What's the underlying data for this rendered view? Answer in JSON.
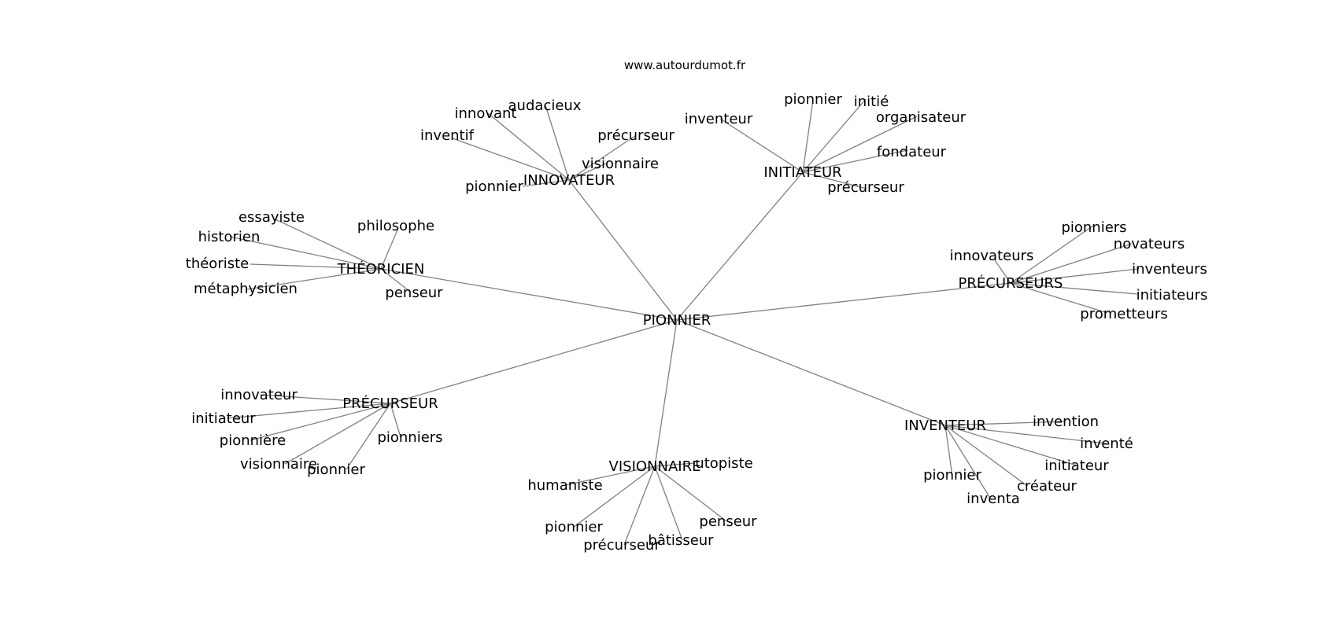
{
  "header": {
    "site": "www.autourdumot.fr"
  },
  "colors": {
    "edge": "#808080",
    "text": "#000000",
    "background": "#ffffff"
  },
  "graph": {
    "center": "PIONNIER",
    "hubs": [
      {
        "label": "INNOVATEUR",
        "leaves": [
          "audacieux",
          "innovant",
          "inventif",
          "précurseur",
          "visionnaire",
          "pionnier"
        ]
      },
      {
        "label": "INITIATEUR",
        "leaves": [
          "pionnier",
          "initié",
          "inventeur",
          "organisateur",
          "fondateur",
          "précurseur"
        ]
      },
      {
        "label": "THÉORICIEN",
        "leaves": [
          "essayiste",
          "philosophe",
          "historien",
          "théoriste",
          "métaphysicien",
          "penseur"
        ]
      },
      {
        "label": "PRÉCURSEURS",
        "leaves": [
          "pionniers",
          "novateurs",
          "innovateurs",
          "inventeurs",
          "initiateurs",
          "prometteurs"
        ]
      },
      {
        "label": "PRÉCURSEUR",
        "leaves": [
          "innovateur",
          "initiateur",
          "pionnière",
          "pionniers",
          "visionnaire",
          "pionnier"
        ]
      },
      {
        "label": "VISIONNAIRE",
        "leaves": [
          "utopiste",
          "humaniste",
          "pionnier",
          "penseur",
          "précurseur",
          "bâtisseur"
        ]
      },
      {
        "label": "INVENTEUR",
        "leaves": [
          "invention",
          "inventé",
          "initiateur",
          "pionnier",
          "créateur",
          "inventa"
        ]
      }
    ]
  }
}
